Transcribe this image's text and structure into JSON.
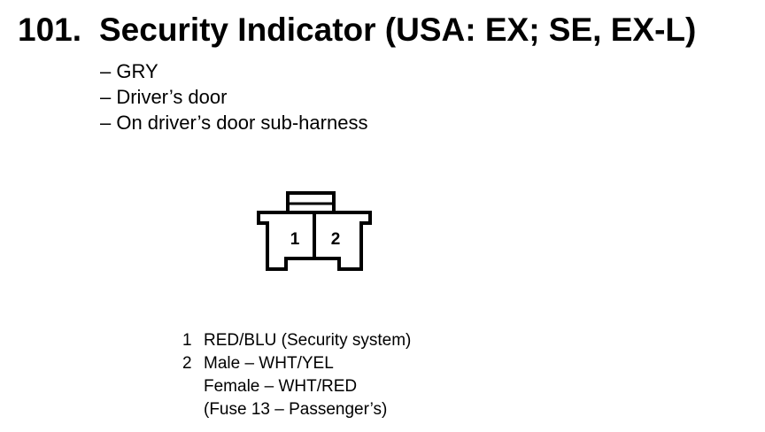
{
  "component": {
    "number": "101.",
    "title": "Security Indicator (USA: EX; SE, EX-L)"
  },
  "details": [
    "– GRY",
    "– Driver’s door",
    "– On driver’s door sub-harness"
  ],
  "connector": {
    "pins": [
      "1",
      "2"
    ]
  },
  "pin_descriptions": [
    {
      "pin": "1",
      "lines": [
        "RED/BLU (Security system)"
      ]
    },
    {
      "pin": "2",
      "lines": [
        "Male – WHT/YEL",
        "Female – WHT/RED",
        "(Fuse 13 – Passenger’s)"
      ]
    }
  ]
}
